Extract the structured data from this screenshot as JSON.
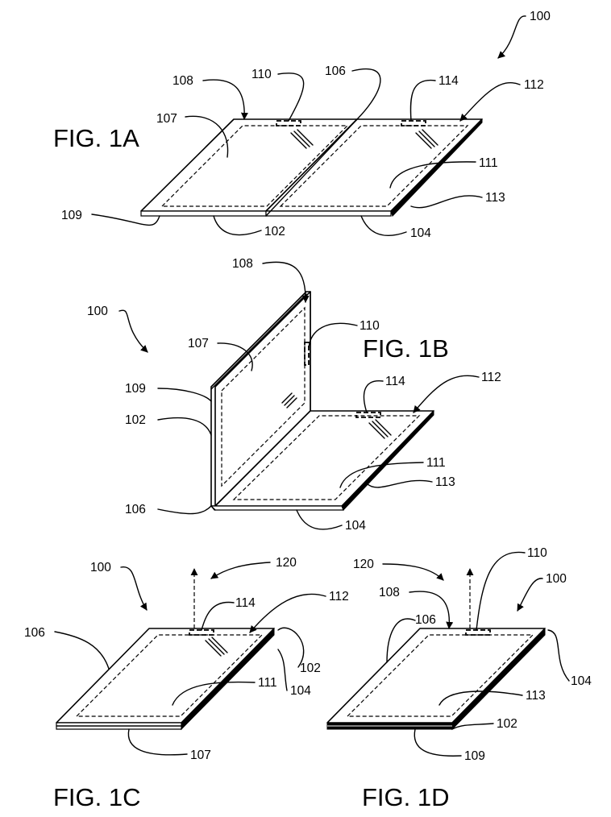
{
  "figures": {
    "fig1a": {
      "title": "FIG. 1A",
      "refs": {
        "r100": "100",
        "r108": "108",
        "r110": "110",
        "r106": "106",
        "r114": "114",
        "r112": "112",
        "r107": "107",
        "r111": "111",
        "r113": "113",
        "r109": "109",
        "r102": "102",
        "r104": "104"
      }
    },
    "fig1b": {
      "title": "FIG. 1B",
      "refs": {
        "r108": "108",
        "r100": "100",
        "r110": "110",
        "r107": "107",
        "r114": "114",
        "r112": "112",
        "r109": "109",
        "r102": "102",
        "r111": "111",
        "r113": "113",
        "r106": "106",
        "r104": "104"
      }
    },
    "fig1c": {
      "title": "FIG. 1C",
      "refs": {
        "r100": "100",
        "r120": "120",
        "r114": "114",
        "r112": "112",
        "r106": "106",
        "r102": "102",
        "r111": "111",
        "r104": "104",
        "r107": "107"
      }
    },
    "fig1d": {
      "title": "FIG. 1D",
      "refs": {
        "r120": "120",
        "r110": "110",
        "r100": "100",
        "r108": "108",
        "r106": "106",
        "r104": "104",
        "r113": "113",
        "r102": "102",
        "r109": "109"
      }
    }
  }
}
